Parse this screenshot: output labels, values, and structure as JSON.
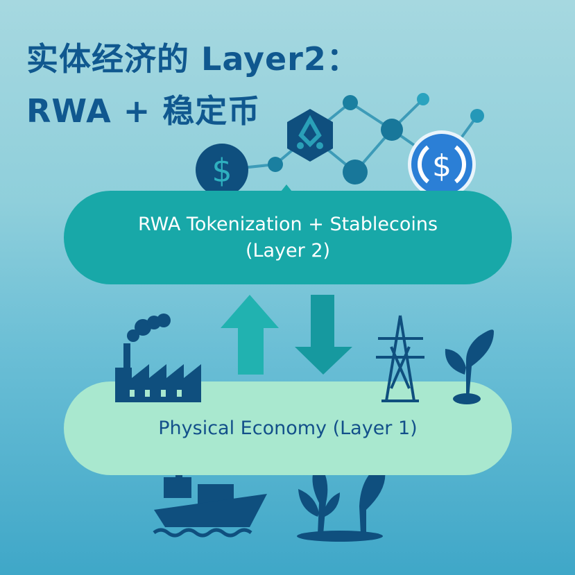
{
  "title": {
    "line1": "实体经济的 Layer2：",
    "line2": "RWA + 稳定币"
  },
  "layer2": {
    "line1": "RWA Tokenization + Stablecoins",
    "line2": "(Layer 2)"
  },
  "layer1": {
    "label": "Physical Economy (Layer 1)"
  },
  "icons": {
    "coin_dollar": "$",
    "usdc": "$"
  },
  "colors": {
    "title": "#10588f",
    "layer2": "#18a8a8",
    "layer1": "#a9e8cf",
    "icon_dark": "#0f5585",
    "usdc": "#2b7fd6"
  }
}
